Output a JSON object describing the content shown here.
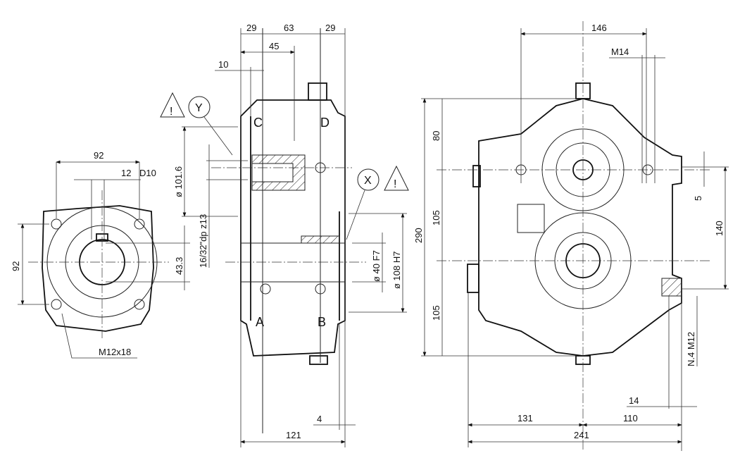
{
  "left_view": {
    "width_92": "92",
    "keyway": "12",
    "keyway_tol": "D10",
    "height_92": "92",
    "dim_43_3": "43.3",
    "thread": "M12x18"
  },
  "middle_view": {
    "top_dims": [
      "29",
      "63",
      "29"
    ],
    "dim_45": "45",
    "dim_10": "10",
    "dia_101_6": "ø 101.6",
    "spline": "16/32\"dp z13",
    "dia_40": "ø 40 F7",
    "dia_108": "ø 108 H7",
    "dim_121": "121",
    "dim_4": "4",
    "port_a": "A",
    "port_b": "B",
    "port_c": "C",
    "port_d": "D",
    "callout_y": "Y",
    "callout_x": "X",
    "warning": "!"
  },
  "right_view": {
    "dim_146": "146",
    "thread_m14": "M14",
    "dim_290": "290",
    "dim_80": "80",
    "dim_105a": "105",
    "dim_105b": "105",
    "dim_5": "5",
    "dim_140": "140",
    "thread_n4": "N.4 M12",
    "dim_14": "14",
    "dim_131": "131",
    "dim_110": "110",
    "dim_241": "241"
  }
}
